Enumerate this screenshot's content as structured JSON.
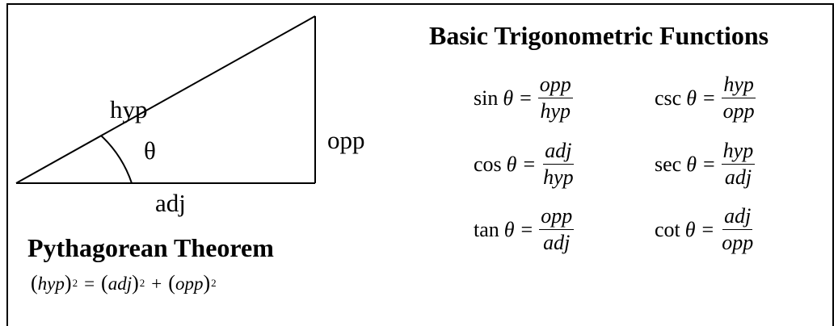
{
  "triangle": {
    "hyp_label": "hyp",
    "opp_label": "opp",
    "adj_label": "adj",
    "angle_label": "θ"
  },
  "pythagorean": {
    "title": "Pythagorean Theorem",
    "hyp": "hyp",
    "adj": "adj",
    "opp": "opp",
    "exponent": "2",
    "equals": "=",
    "plus": "+"
  },
  "trig": {
    "title": "Basic Trigonometric Functions",
    "theta": "θ",
    "equals": "=",
    "functions": [
      {
        "fn": "sin",
        "num": "opp",
        "den": "hyp"
      },
      {
        "fn": "csc",
        "num": "hyp",
        "den": "opp"
      },
      {
        "fn": "cos",
        "num": "adj",
        "den": "hyp"
      },
      {
        "fn": "sec",
        "num": "hyp",
        "den": "adj"
      },
      {
        "fn": "tan",
        "num": "opp",
        "den": "adj"
      },
      {
        "fn": "cot",
        "num": "adj",
        "den": "opp"
      }
    ]
  }
}
